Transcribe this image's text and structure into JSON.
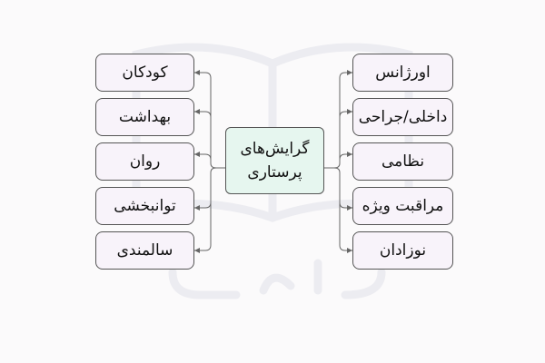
{
  "center": {
    "line1": "گرایش‌های",
    "line2": "پرستاری"
  },
  "left_items": [
    "کودکان",
    "بهداشت",
    "روان",
    "توانبخشی",
    "سالمندی"
  ],
  "right_items": [
    "اورژانس",
    "داخلی/جراحی",
    "نظامی",
    "مراقبت ویژه",
    "نوزادان"
  ],
  "colors": {
    "background": "#fbfafb",
    "node_fill": "#f8f3fa",
    "center_fill": "#e6f6ef",
    "border": "#555555",
    "watermark": "#e9e9ee"
  },
  "watermark_icon": "book-logo-watermark"
}
